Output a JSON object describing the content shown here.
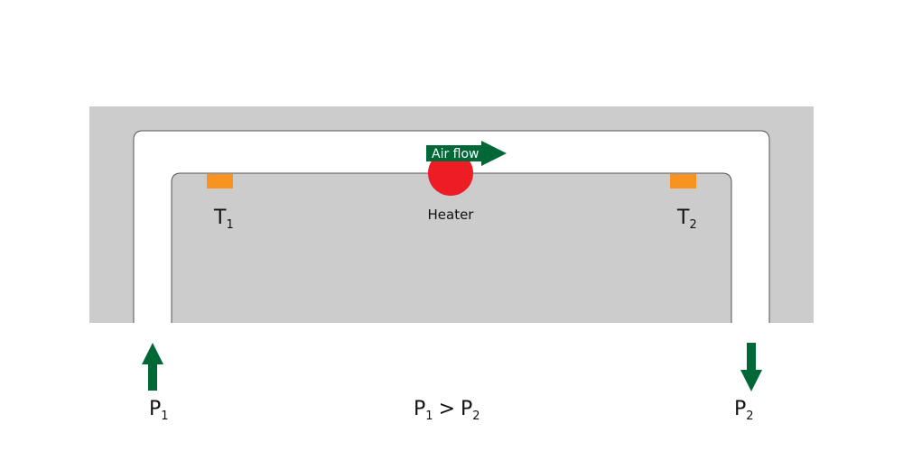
{
  "colors": {
    "wall": "#cccccc",
    "channel": "#ffffff",
    "outline": "#555555",
    "heater": "#ee1c25",
    "sensor": "#f7931e",
    "arrow": "#006837",
    "text": "#111111"
  },
  "labels": {
    "air_flow": "Air flow",
    "heater": "Heater",
    "t1": {
      "main": "T",
      "sub": "1"
    },
    "t2": {
      "main": "T",
      "sub": "2"
    },
    "p1": {
      "main": "P",
      "sub": "1"
    },
    "p2": {
      "main": "P",
      "sub": "2"
    },
    "relation": {
      "left_main": "P",
      "left_sub": "1",
      "op": ">",
      "right_main": "P",
      "right_sub": "2"
    }
  },
  "icons": {
    "inlet_arrow": "arrow-up-icon",
    "outlet_arrow": "arrow-down-icon",
    "flow_arrow": "arrow-right-icon"
  }
}
